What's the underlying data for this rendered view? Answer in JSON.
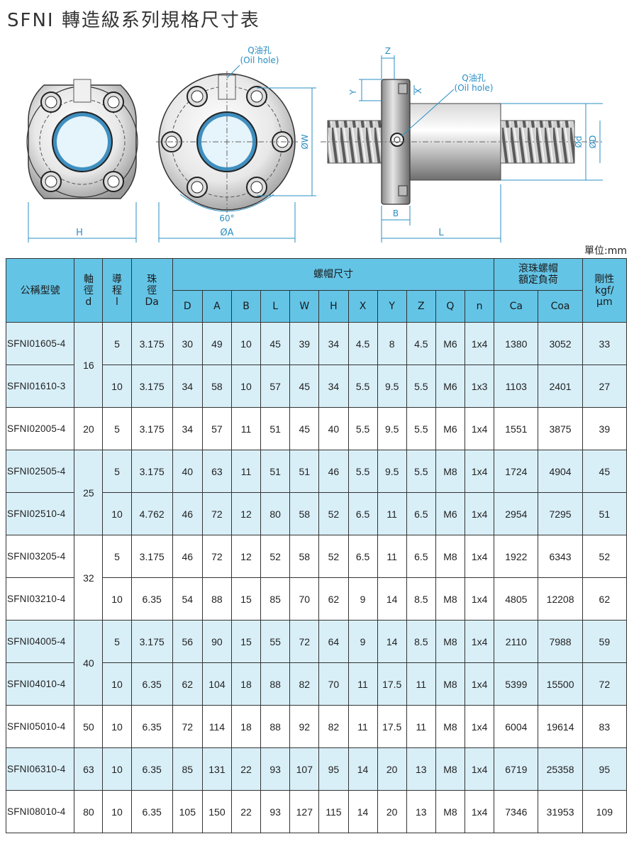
{
  "title": "SFNI 轉造級系列規格尺寸表",
  "unit_label": "單位:mm",
  "drawing": {
    "front_labels": {
      "h": "H",
      "phi_a": "ØA",
      "angle": "60°",
      "w": "ØW"
    },
    "oil_hole_front": {
      "line1": "Q油孔",
      "line2": "(Oil hole)"
    },
    "oil_hole_side": {
      "line1": "Q油孔",
      "line2": "(Oil hole)"
    },
    "side_labels": {
      "z": "Z",
      "y": "Y",
      "x": "X",
      "b": "B",
      "l": "L",
      "phi_d": "Ød",
      "phi_D": "ØD"
    }
  },
  "table": {
    "headers": {
      "model": "公稱型號",
      "shaft": [
        "軸",
        "徑",
        "d"
      ],
      "lead": [
        "導",
        "程",
        "l"
      ],
      "ball": [
        "珠",
        "徑",
        "Da"
      ],
      "nut_dims": "螺帽尺寸",
      "load": [
        "滾珠螺帽",
        "額定負荷"
      ],
      "rigidity": [
        "剛性",
        "kgf/",
        "μm"
      ],
      "sub": [
        "D",
        "A",
        "B",
        "L",
        "W",
        "H",
        "X",
        "Y",
        "Z",
        "Q",
        "n"
      ],
      "load_sub": [
        "Ca",
        "Coa"
      ]
    },
    "rows": [
      {
        "model": "SFNI01605-4",
        "d": "16",
        "l": "5",
        "da": "3.175",
        "D": "30",
        "A": "49",
        "B": "10",
        "L": "45",
        "W": "39",
        "H": "34",
        "X": "4.5",
        "Y": "8",
        "Z": "4.5",
        "Q": "M6",
        "n": "1x4",
        "ca": "1380",
        "coa": "3052",
        "k": "33"
      },
      {
        "model": "SFNI01610-3",
        "d": "",
        "l": "10",
        "da": "3.175",
        "D": "34",
        "A": "58",
        "B": "10",
        "L": "57",
        "W": "45",
        "H": "34",
        "X": "5.5",
        "Y": "9.5",
        "Z": "5.5",
        "Q": "M6",
        "n": "1x3",
        "ca": "1103",
        "coa": "2401",
        "k": "27"
      },
      {
        "model": "SFNI02005-4",
        "d": "20",
        "l": "5",
        "da": "3.175",
        "D": "34",
        "A": "57",
        "B": "11",
        "L": "51",
        "W": "45",
        "H": "40",
        "X": "5.5",
        "Y": "9.5",
        "Z": "5.5",
        "Q": "M6",
        "n": "1x4",
        "ca": "1551",
        "coa": "3875",
        "k": "39"
      },
      {
        "model": "SFNI02505-4",
        "d": "25",
        "l": "5",
        "da": "3.175",
        "D": "40",
        "A": "63",
        "B": "11",
        "L": "51",
        "W": "51",
        "H": "46",
        "X": "5.5",
        "Y": "9.5",
        "Z": "5.5",
        "Q": "M8",
        "n": "1x4",
        "ca": "1724",
        "coa": "4904",
        "k": "45"
      },
      {
        "model": "SFNI02510-4",
        "d": "",
        "l": "10",
        "da": "4.762",
        "D": "46",
        "A": "72",
        "B": "12",
        "L": "80",
        "W": "58",
        "H": "52",
        "X": "6.5",
        "Y": "11",
        "Z": "6.5",
        "Q": "M6",
        "n": "1x4",
        "ca": "2954",
        "coa": "7295",
        "k": "51"
      },
      {
        "model": "SFNI03205-4",
        "d": "32",
        "l": "5",
        "da": "3.175",
        "D": "46",
        "A": "72",
        "B": "12",
        "L": "52",
        "W": "58",
        "H": "52",
        "X": "6.5",
        "Y": "11",
        "Z": "6.5",
        "Q": "M8",
        "n": "1x4",
        "ca": "1922",
        "coa": "6343",
        "k": "52"
      },
      {
        "model": "SFNI03210-4",
        "d": "",
        "l": "10",
        "da": "6.35",
        "D": "54",
        "A": "88",
        "B": "15",
        "L": "85",
        "W": "70",
        "H": "62",
        "X": "9",
        "Y": "14",
        "Z": "8.5",
        "Q": "M8",
        "n": "1x4",
        "ca": "4805",
        "coa": "12208",
        "k": "62"
      },
      {
        "model": "SFNI04005-4",
        "d": "40",
        "l": "5",
        "da": "3.175",
        "D": "56",
        "A": "90",
        "B": "15",
        "L": "55",
        "W": "72",
        "H": "64",
        "X": "9",
        "Y": "14",
        "Z": "8.5",
        "Q": "M8",
        "n": "1x4",
        "ca": "2110",
        "coa": "7988",
        "k": "59"
      },
      {
        "model": "SFNI04010-4",
        "d": "",
        "l": "10",
        "da": "6.35",
        "D": "62",
        "A": "104",
        "B": "18",
        "L": "88",
        "W": "82",
        "H": "70",
        "X": "11",
        "Y": "17.5",
        "Z": "11",
        "Q": "M8",
        "n": "1x4",
        "ca": "5399",
        "coa": "15500",
        "k": "72"
      },
      {
        "model": "SFNI05010-4",
        "d": "50",
        "l": "10",
        "da": "6.35",
        "D": "72",
        "A": "114",
        "B": "18",
        "L": "88",
        "W": "92",
        "H": "82",
        "X": "11",
        "Y": "17.5",
        "Z": "11",
        "Q": "M8",
        "n": "1x4",
        "ca": "6004",
        "coa": "19614",
        "k": "83"
      },
      {
        "model": "SFNI06310-4",
        "d": "63",
        "l": "10",
        "da": "6.35",
        "D": "85",
        "A": "131",
        "B": "22",
        "L": "93",
        "W": "107",
        "H": "95",
        "X": "14",
        "Y": "20",
        "Z": "13",
        "Q": "M8",
        "n": "1x4",
        "ca": "6719",
        "coa": "25358",
        "k": "95"
      },
      {
        "model": "SFNI08010-4",
        "d": "80",
        "l": "10",
        "da": "6.35",
        "D": "105",
        "A": "150",
        "B": "22",
        "L": "93",
        "W": "127",
        "H": "115",
        "X": "14",
        "Y": "20",
        "Z": "13",
        "Q": "M8",
        "n": "1x4",
        "ca": "7346",
        "coa": "31953",
        "k": "109"
      }
    ]
  }
}
